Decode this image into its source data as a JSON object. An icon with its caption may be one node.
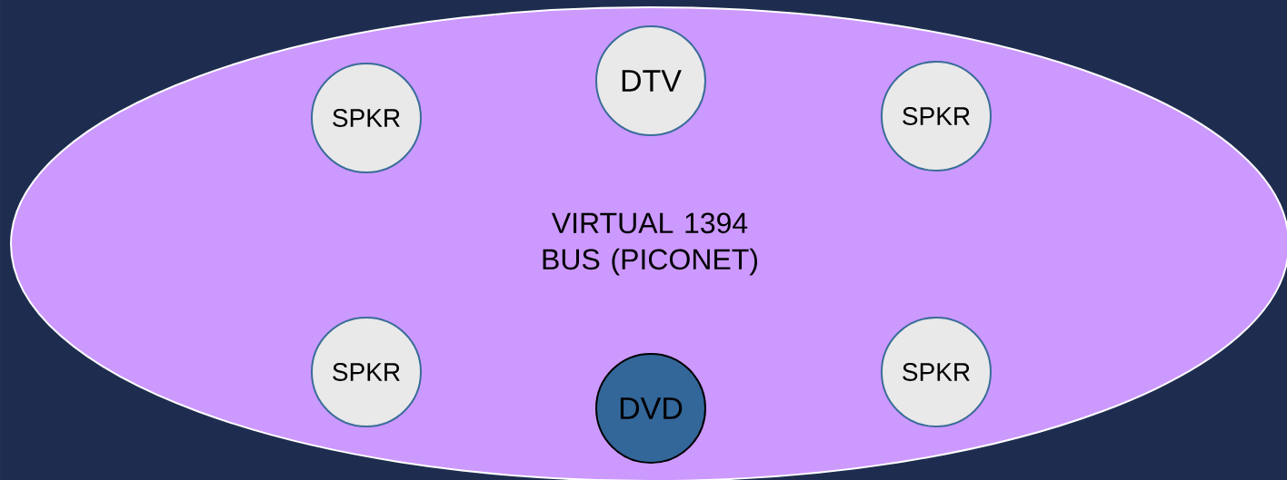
{
  "diagram": {
    "nodes": [
      {
        "text": [
          "VIRTUAL 1394 BUS (PICONET)"
        ]
      },
      {
        "text": [
          "SPKR"
        ],
        "in": 0
      },
      {
        "text": [
          "DTV"
        ],
        "in": 0
      },
      {
        "text": [
          "SPKR"
        ],
        "in": 0
      },
      {
        "text": [
          "SPKR"
        ],
        "in": 0
      },
      {
        "text": [
          "DVD"
        ],
        "in": 0
      },
      {
        "text": [
          "SPKR"
        ],
        "in": 0
      }
    ]
  }
}
